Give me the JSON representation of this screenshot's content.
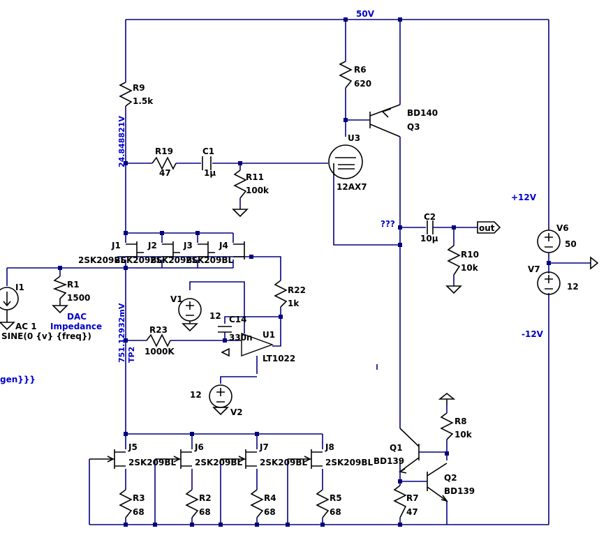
{
  "nets": {
    "rail_50v": "50V",
    "rail_p12": "+12V",
    "rail_m12": "-12V",
    "unknown": "???",
    "out": "out",
    "tp2": "TP2",
    "node_r9": "24.848821V",
    "node_tp2": "751.12932mV",
    "gen": "gen}}}"
  },
  "parts": {
    "R9": {
      "ref": "R9",
      "val": "1.5k"
    },
    "R6": {
      "ref": "R6",
      "val": "620"
    },
    "R19": {
      "ref": "R19",
      "val": "47"
    },
    "C1": {
      "ref": "C1",
      "val": "1μ"
    },
    "R11": {
      "ref": "R11",
      "val": "100k"
    },
    "U3": {
      "ref": "U3",
      "val": "12AX7"
    },
    "Q3": {
      "ref": "Q3",
      "val": "BD140"
    },
    "C2": {
      "ref": "C2",
      "val": "10μ"
    },
    "R10": {
      "ref": "R10",
      "val": "10k"
    },
    "V6": {
      "ref": "V6",
      "val": "50"
    },
    "V7": {
      "ref": "V7",
      "val": "12"
    },
    "J1": {
      "ref": "J1",
      "val": "2SK209BL"
    },
    "J2": {
      "ref": "J2",
      "val": "2SK209BL"
    },
    "J3": {
      "ref": "J3",
      "val": "2SK209BL"
    },
    "J4": {
      "ref": "J4",
      "val": "2SK209BL"
    },
    "I1": {
      "ref": "I1",
      "val": "AC 1",
      "spec": "SINE(0 {v} {freq})"
    },
    "R1": {
      "ref": "R1",
      "val": "1500",
      "note1": "DAC",
      "note2": "Impedance"
    },
    "R22": {
      "ref": "R22",
      "val": "1k"
    },
    "V1": {
      "ref": "V1",
      "val": "12"
    },
    "C14": {
      "ref": "C14",
      "val": "330n"
    },
    "U1": {
      "ref": "U1",
      "val": "LT1022"
    },
    "R23": {
      "ref": "R23",
      "val": "1000K"
    },
    "V2": {
      "ref": "V2",
      "val": "12"
    },
    "J5": {
      "ref": "J5",
      "val": "2SK209BL"
    },
    "J6": {
      "ref": "J6",
      "val": "2SK209BL"
    },
    "J7": {
      "ref": "J7",
      "val": "2SK209BL"
    },
    "J8": {
      "ref": "J8",
      "val": "2SK209BL"
    },
    "R3": {
      "ref": "R3",
      "val": "68"
    },
    "R2": {
      "ref": "R2",
      "val": "68"
    },
    "R4": {
      "ref": "R4",
      "val": "68"
    },
    "R5": {
      "ref": "R5",
      "val": "68"
    },
    "R8": {
      "ref": "R8",
      "val": "10k"
    },
    "Q1": {
      "ref": "Q1",
      "val": "BD139"
    },
    "Q2": {
      "ref": "Q2",
      "val": "BD139"
    },
    "R7": {
      "ref": "R7",
      "val": "47"
    }
  }
}
